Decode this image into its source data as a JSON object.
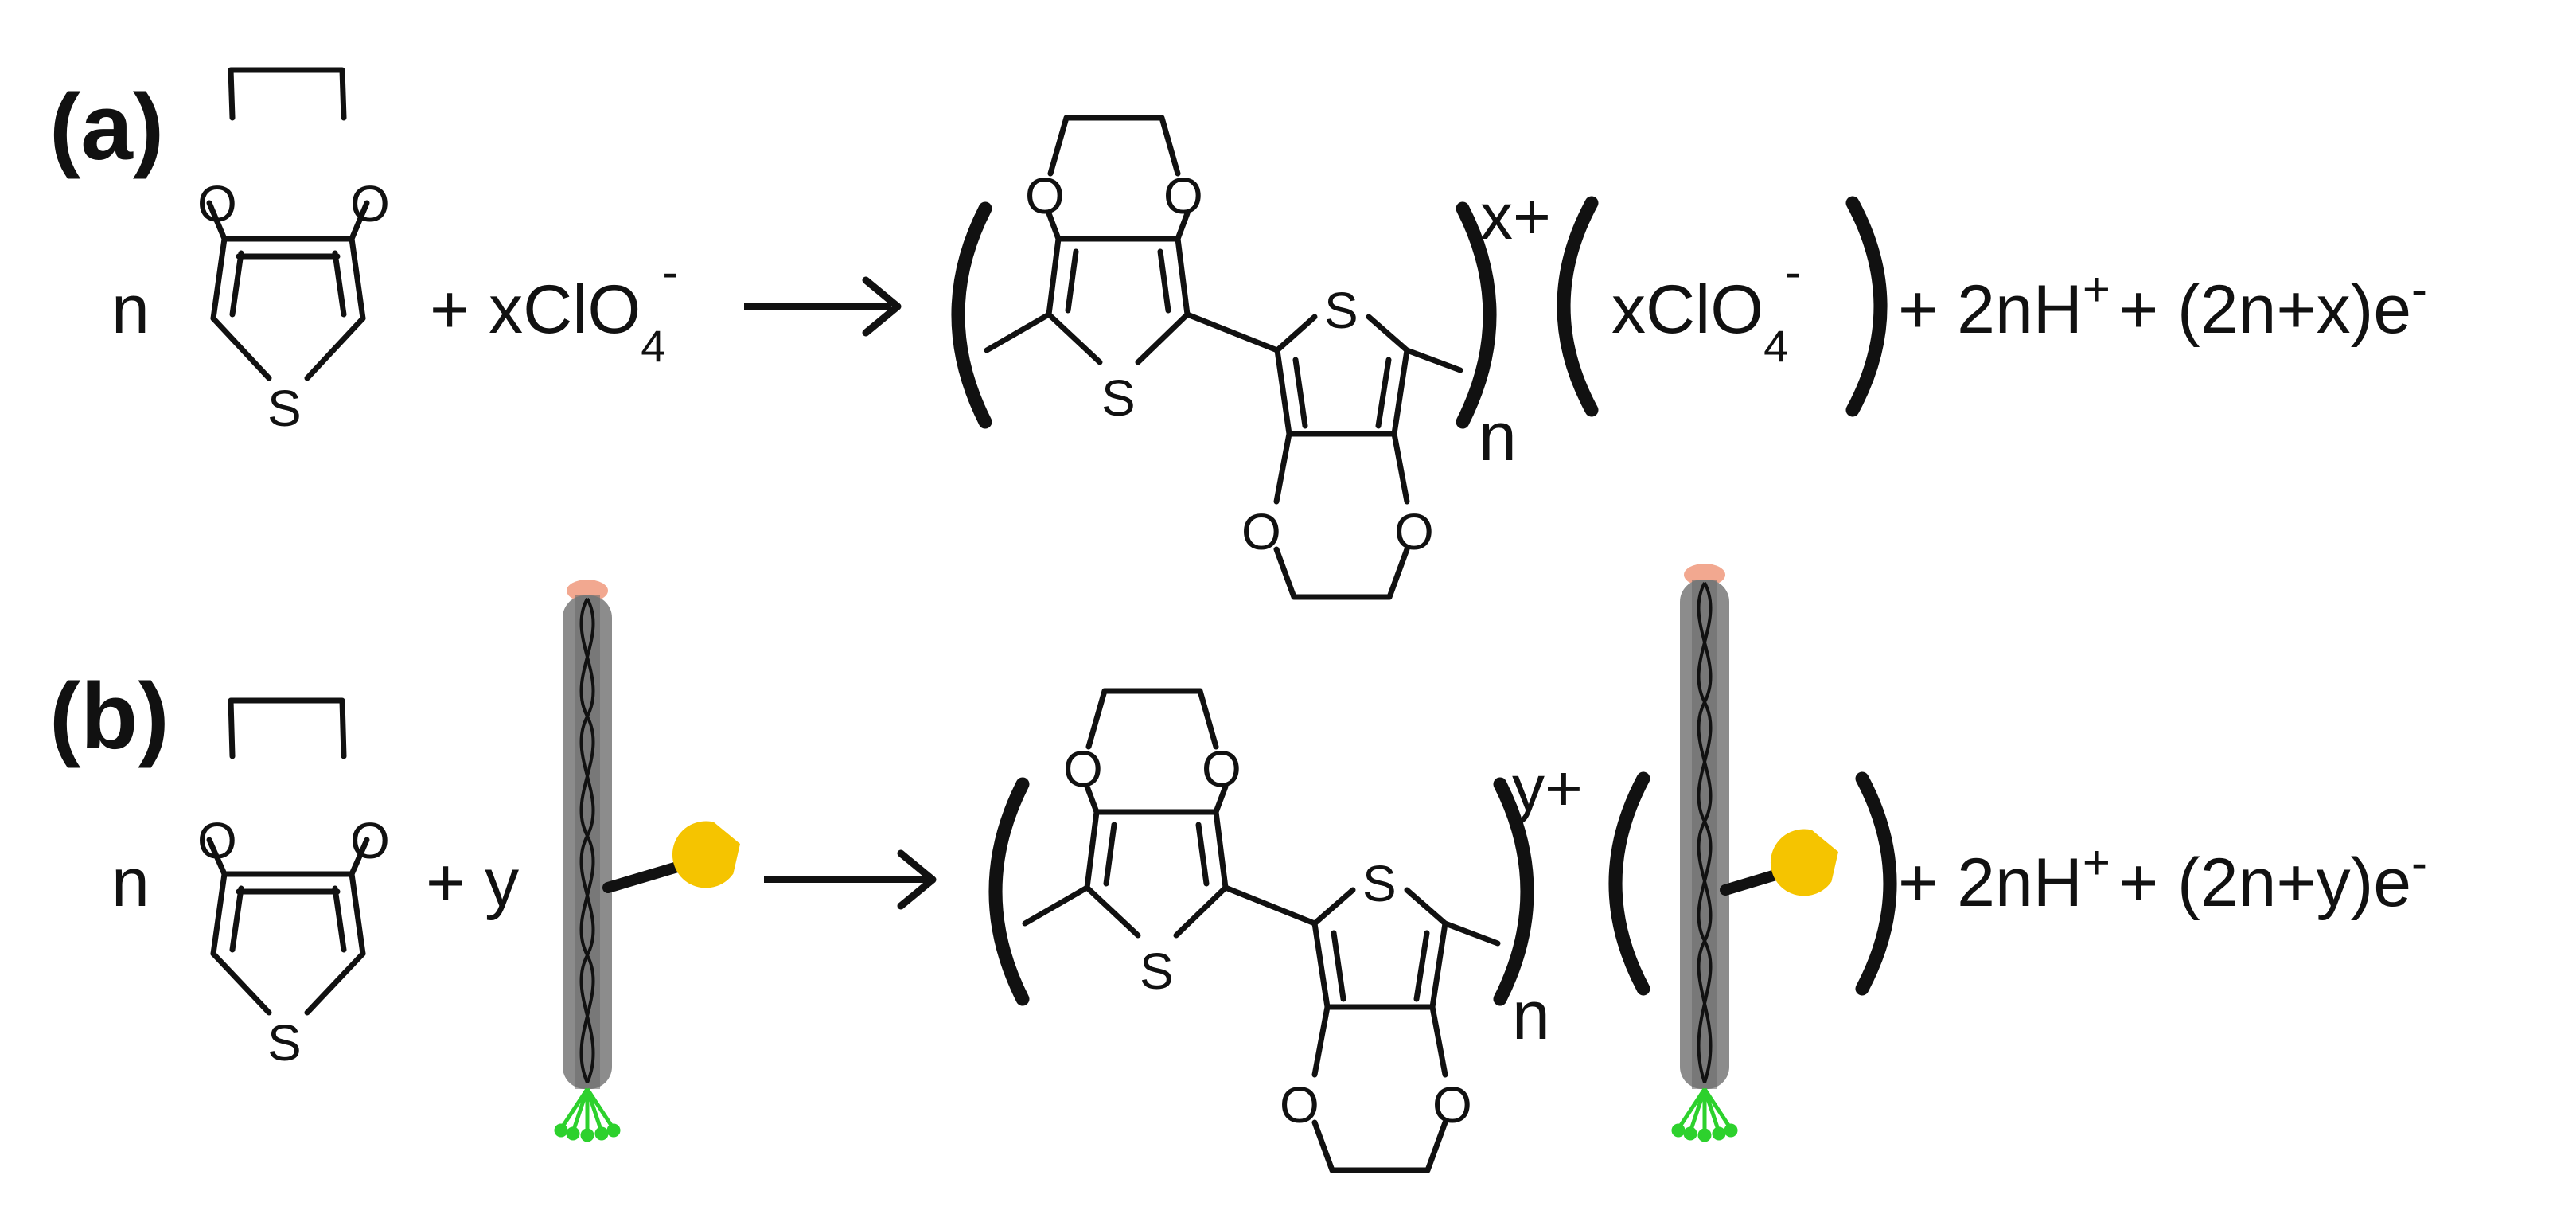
{
  "panel_a": {
    "label": "(a)",
    "coefficient": "n",
    "plus_reagent": "+ xClO",
    "reagent_sub": "4",
    "reagent_sup": "-",
    "polymer_subscript": "n",
    "charge": "x+",
    "counterion": "xClO",
    "counterion_sub": "4",
    "counterion_sup": "-",
    "products_tail": "+ 2nH",
    "proton_sup": "+",
    "electrons": "+ (2n+x)e",
    "electron_sup": "-"
  },
  "panel_b": {
    "label": "(b)",
    "coefficient": "n",
    "plus_reagent": "+ y",
    "polymer_subscript": "n",
    "charge": "y+",
    "products_tail": "+ 2nH",
    "proton_sup": "+",
    "electrons": "+ (2n+y)e",
    "electron_sup": "-"
  },
  "atoms": {
    "oxygen": "O",
    "sulfur": "S"
  },
  "colors": {
    "ink": "#111111",
    "rod_gray": "#8c8c8c",
    "rod_dark": "#5a5a5a",
    "cap_pink": "#f2a890",
    "tail_green": "#2dd12d",
    "pacman_yellow": "#f5c400"
  }
}
